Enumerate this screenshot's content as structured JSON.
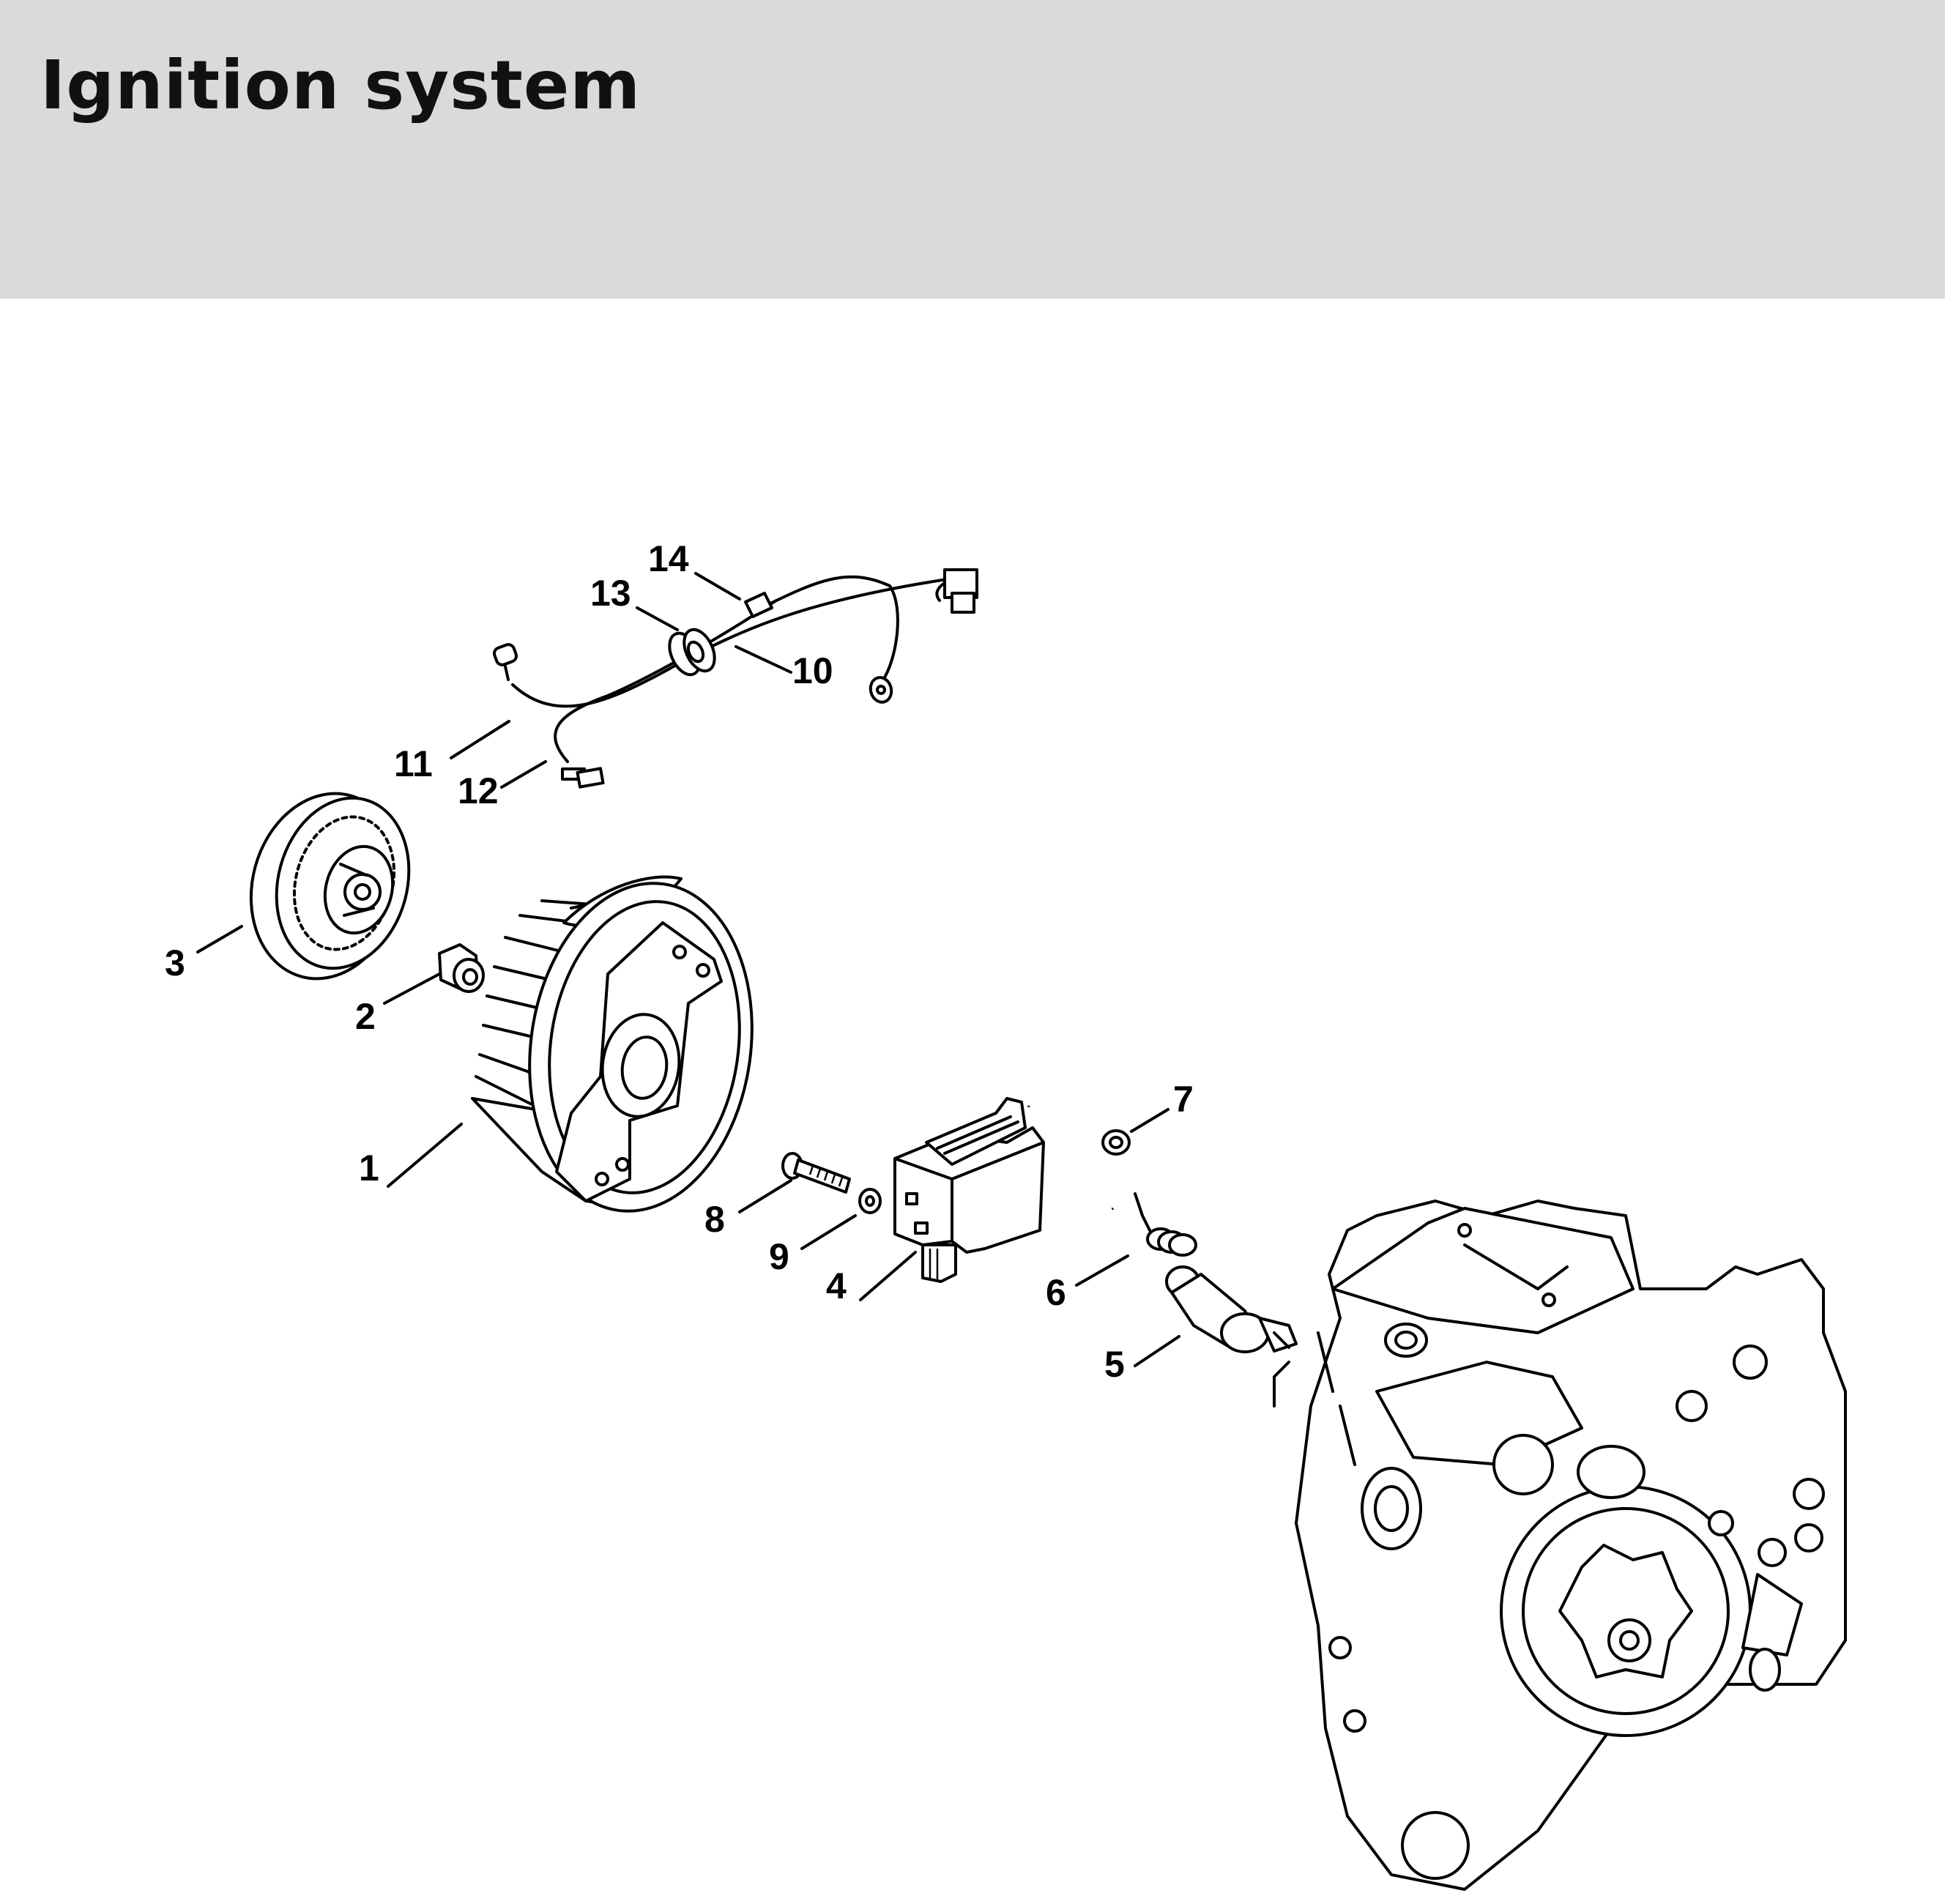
{
  "page": {
    "title": "Ignition system"
  },
  "callouts": [
    "1",
    "2",
    "3",
    "4",
    "5",
    "6",
    "7",
    "8",
    "9",
    "10",
    "11",
    "12",
    "13",
    "14"
  ]
}
